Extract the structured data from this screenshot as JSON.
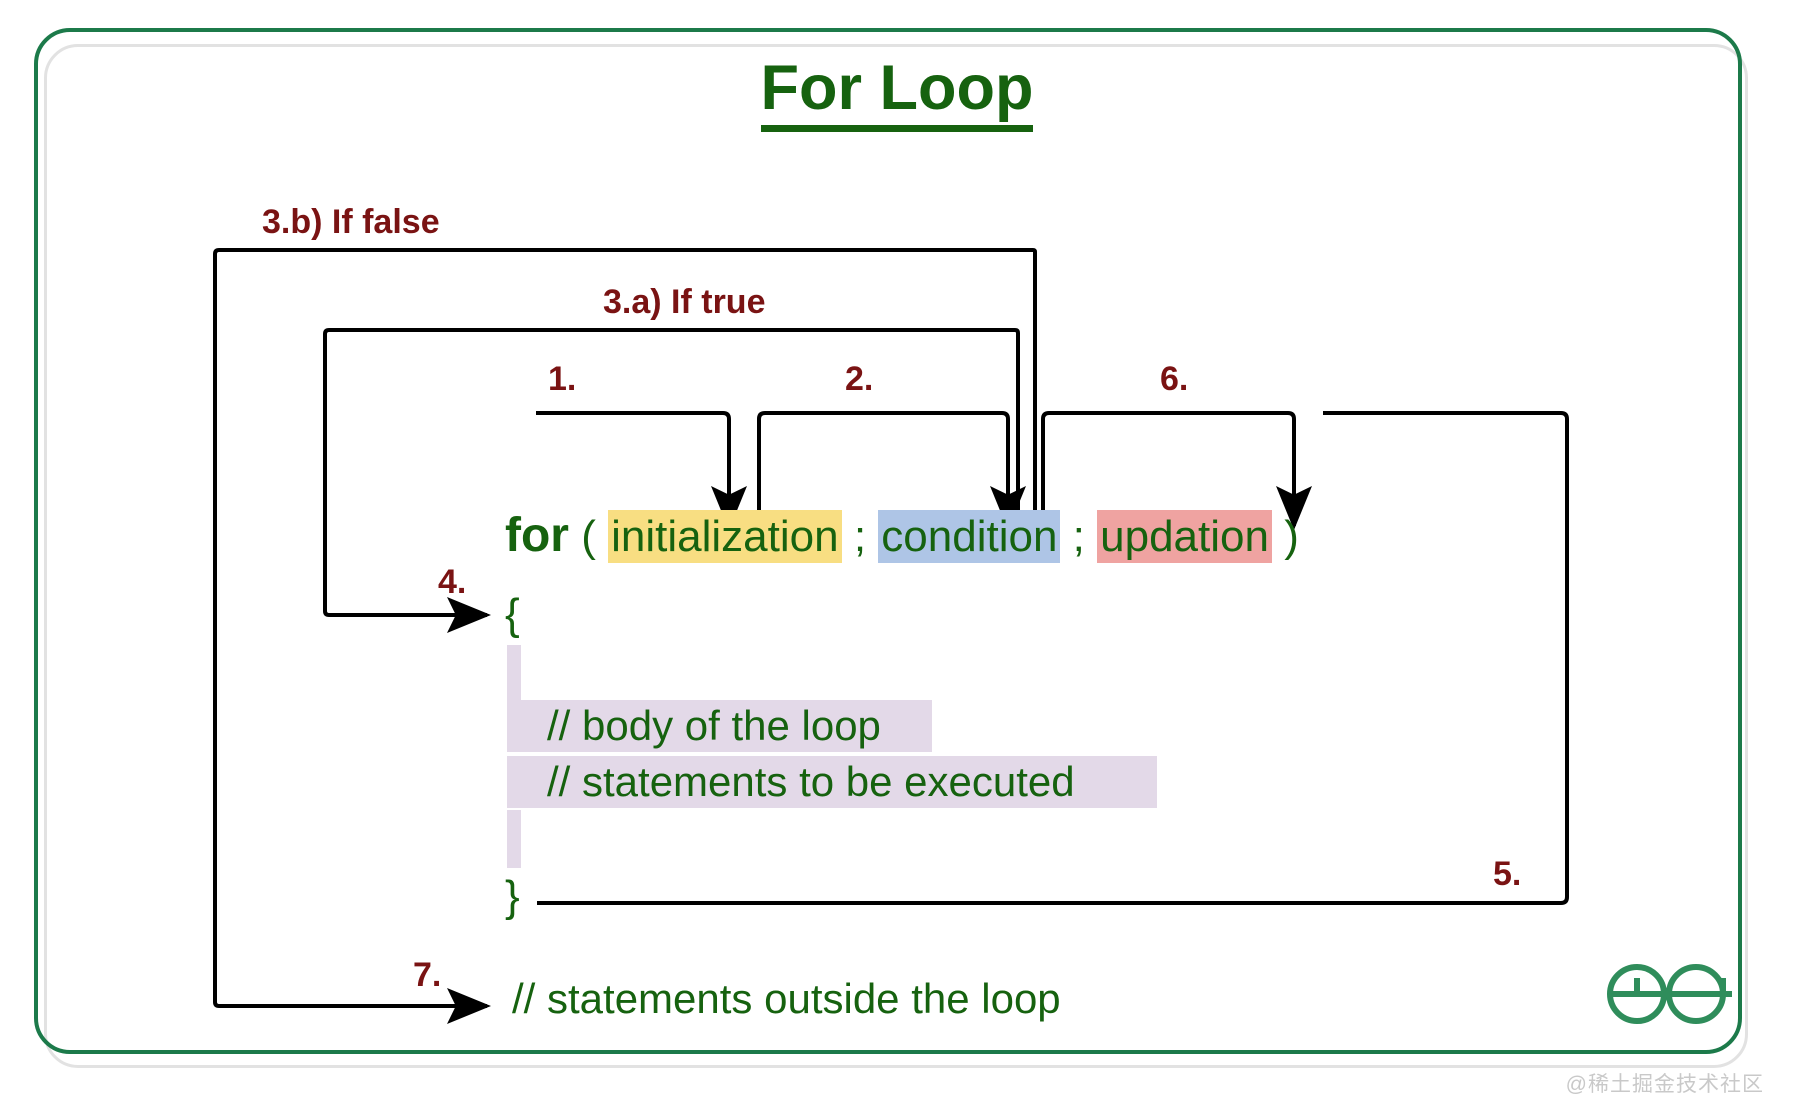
{
  "page": {
    "title": "For Loop",
    "background_color": "#ffffff",
    "frame_color": "#1c7a4a",
    "accent_green": "#16620f",
    "label_color": "#7a1313",
    "line_color": "#000000"
  },
  "labels": {
    "if_false": "3.b) If false",
    "if_true": "3.a) If true",
    "step1": "1.",
    "step2": "2.",
    "step6": "6.",
    "step4": "4.",
    "step5": "5.",
    "step7": "7."
  },
  "code": {
    "keyword_for": "for",
    "paren_open": "(",
    "initialization": "initialization",
    "semicolon_1": ";",
    "condition": "condition",
    "semicolon_2": ";",
    "updation": "updation",
    "paren_close": ")",
    "brace_open": "{",
    "brace_close": "}",
    "body_comment_1": "// body of the loop",
    "body_comment_2": "// statements to be executed",
    "outside_comment": "// statements outside the loop"
  },
  "highlights": {
    "initialization_color": "#F8DE82",
    "condition_color": "#AEC5E6",
    "updation_color": "#EFA3A1",
    "body_color": "#E3D9E8"
  },
  "branding": {
    "logo_name": "geeksforgeeks-logo",
    "watermark": "@稀土掘金技术社区"
  }
}
